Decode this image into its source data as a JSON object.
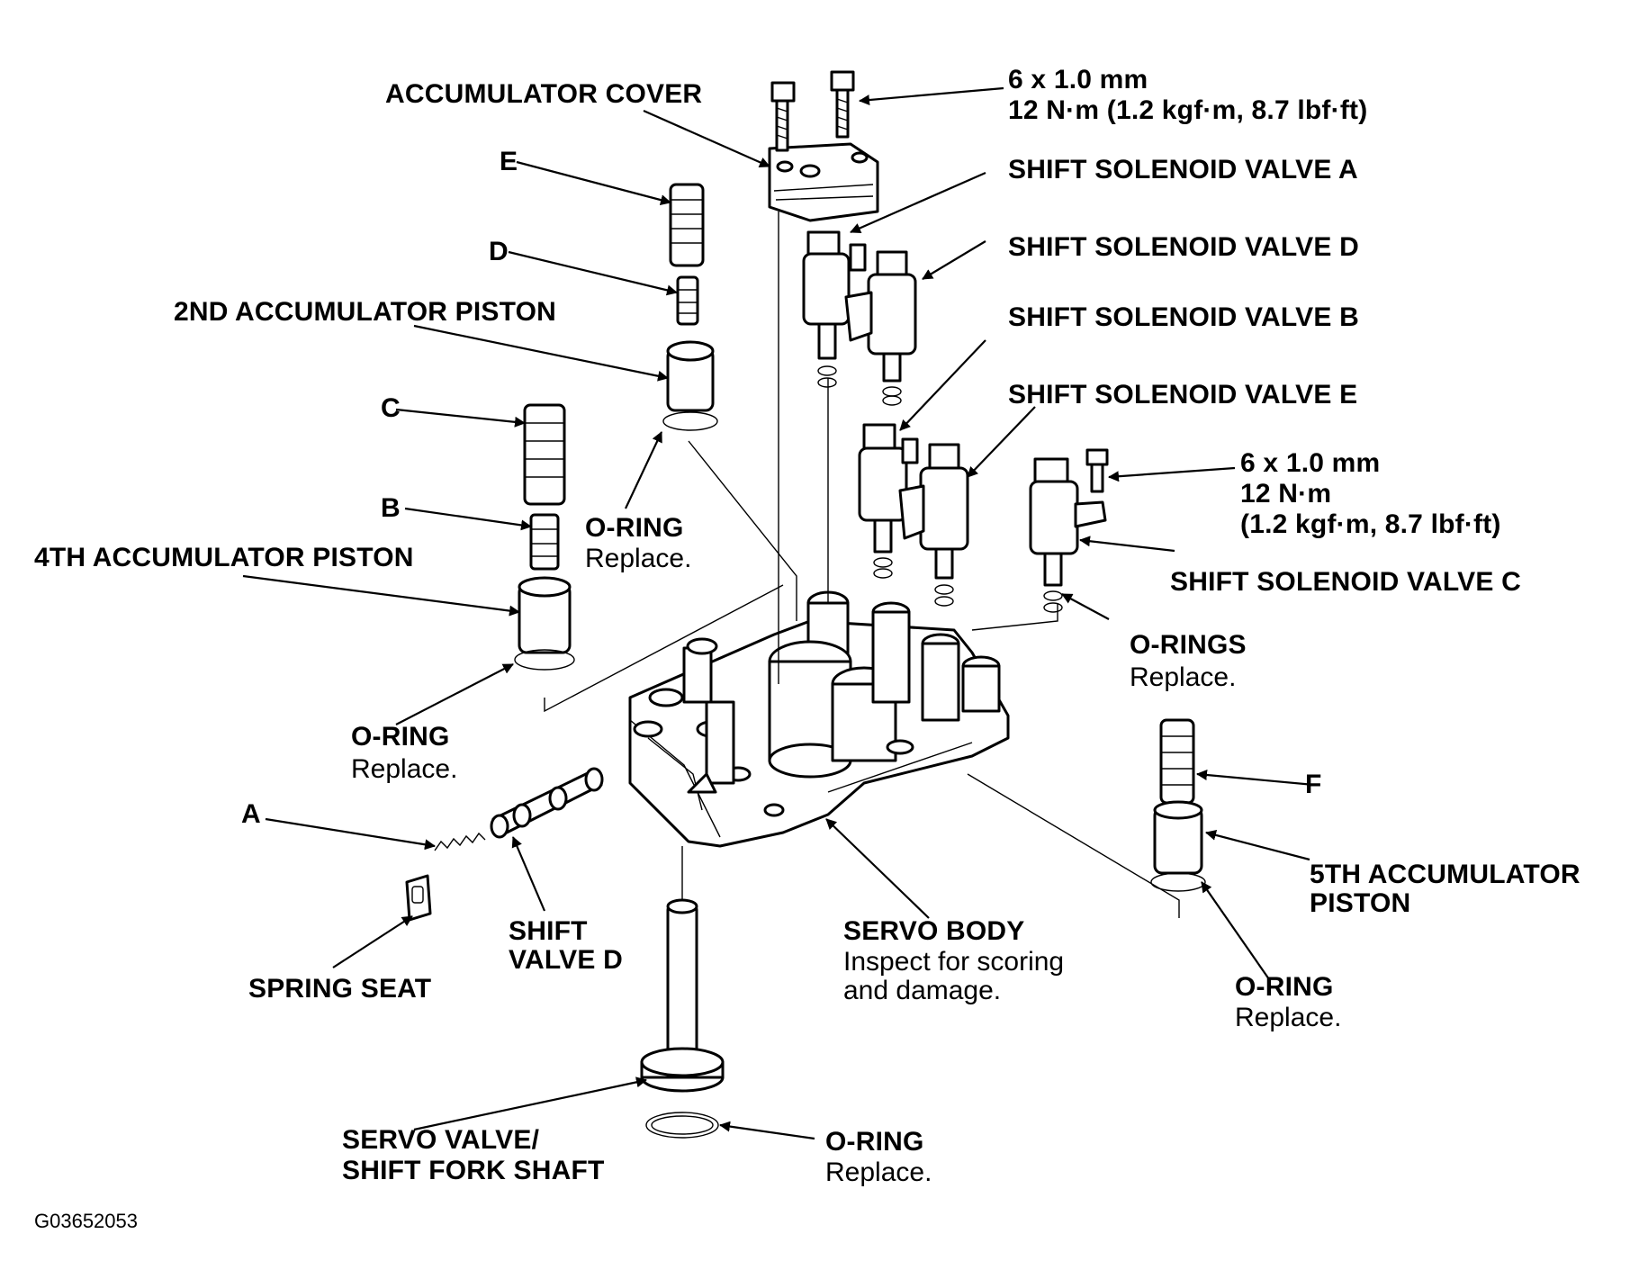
{
  "figure_code": "G03652053",
  "labels": {
    "accumulator_cover": "ACCUMULATOR COVER",
    "bolt_top": {
      "size": "6 x 1.0 mm",
      "torque": "12 N·m (1.2 kgf·m, 8.7 lbf·ft)"
    },
    "shift_solenoid_a": "SHIFT SOLENOID VALVE A",
    "shift_solenoid_d": "SHIFT SOLENOID VALVE D",
    "shift_solenoid_b": "SHIFT SOLENOID VALVE B",
    "shift_solenoid_e": "SHIFT SOLENOID VALVE E",
    "bolt_right": {
      "size": "6 x 1.0 mm",
      "torque_a": "12 N·m",
      "torque_b": "(1.2 kgf·m, 8.7 lbf·ft)"
    },
    "shift_solenoid_c": "SHIFT SOLENOID VALVE C",
    "o_rings_solenoid": {
      "title": "O-RINGS",
      "note": "Replace."
    },
    "e": "E",
    "d": "D",
    "second_accumulator_piston": "2ND ACCUMULATOR PISTON",
    "c": "C",
    "b": "B",
    "o_ring_2nd": {
      "title": "O-RING",
      "note": "Replace."
    },
    "fourth_accumulator_piston": "4TH ACCUMULATOR PISTON",
    "o_ring_4th": {
      "title": "O-RING",
      "note": "Replace."
    },
    "a": "A",
    "spring_seat": "SPRING SEAT",
    "shift_valve_d": {
      "line1": "SHIFT",
      "line2": "VALVE D"
    },
    "servo_body": {
      "title": "SERVO BODY",
      "note1": "Inspect for scoring",
      "note2": "and damage."
    },
    "f": "F",
    "fifth_accumulator_piston": {
      "line1": "5TH ACCUMULATOR",
      "line2": "PISTON"
    },
    "o_ring_5th": {
      "title": "O-RING",
      "note": "Replace."
    },
    "servo_valve": {
      "line1": "SERVO VALVE/",
      "line2": "SHIFT FORK SHAFT"
    },
    "o_ring_servo": {
      "title": "O-RING",
      "note": "Replace."
    }
  }
}
